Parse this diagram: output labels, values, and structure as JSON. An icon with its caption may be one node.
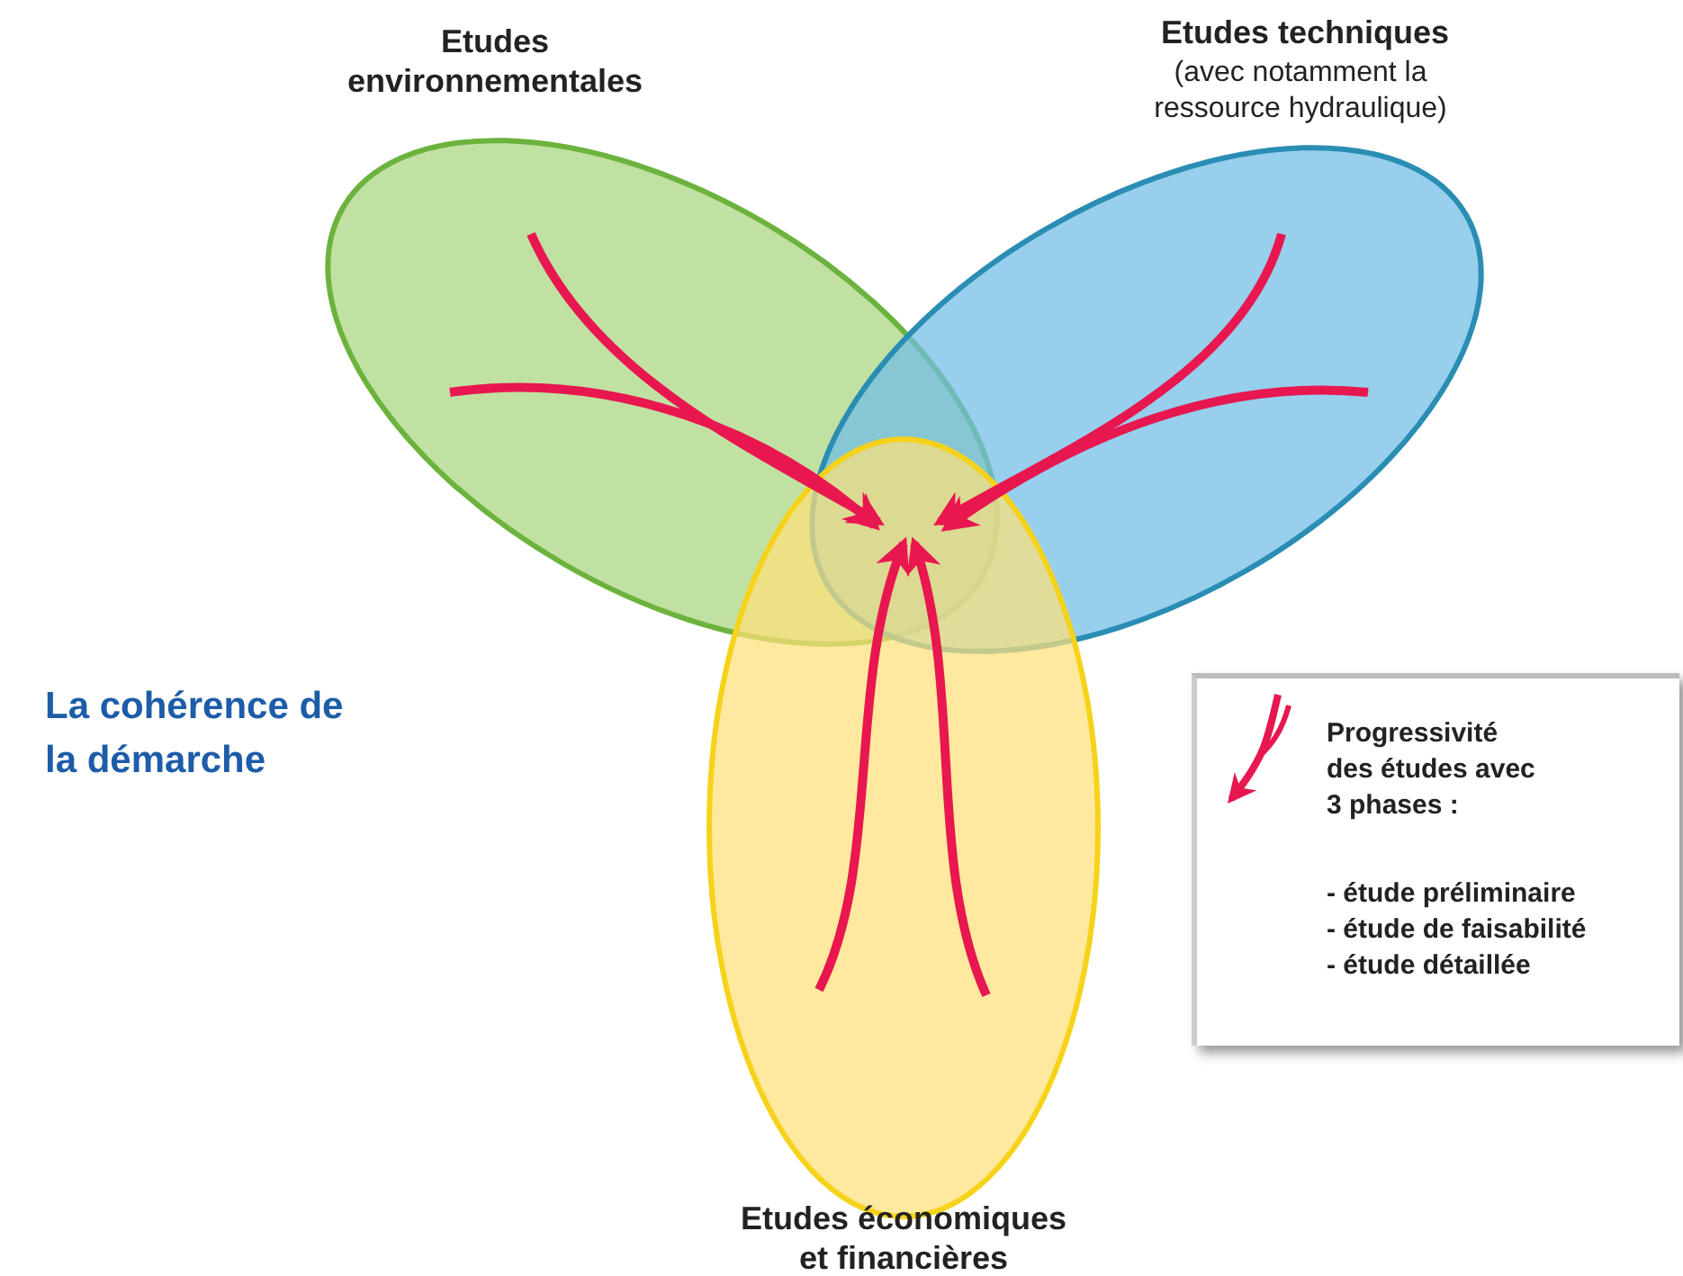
{
  "diagram": {
    "nodes": [
      {
        "text": [
          "Etudes environnementales"
        ]
      },
      {
        "text": [
          "Etudes techniques",
          "(avec notamment la ressource hydraulique)"
        ]
      },
      {
        "text": [
          "Etudes économiques et financières"
        ]
      }
    ],
    "edges": [
      {
        "from": null,
        "to": 0,
        "arrow": "to"
      },
      {
        "from": null,
        "to": 0,
        "arrow": "to"
      },
      {
        "from": null,
        "to": 1,
        "arrow": "to"
      },
      {
        "from": null,
        "to": 1,
        "arrow": "to"
      },
      {
        "from": null,
        "to": 2,
        "arrow": "to"
      },
      {
        "from": null,
        "to": 2,
        "arrow": "to"
      }
    ],
    "labels": [
      "La cohérence de la démarche",
      "- étude préliminaire",
      "- étude de faisabilité",
      "- étude détaillée"
    ],
    "legend": [
      {
        "text": "Progressivité des études avec 3 phases :"
      }
    ]
  }
}
